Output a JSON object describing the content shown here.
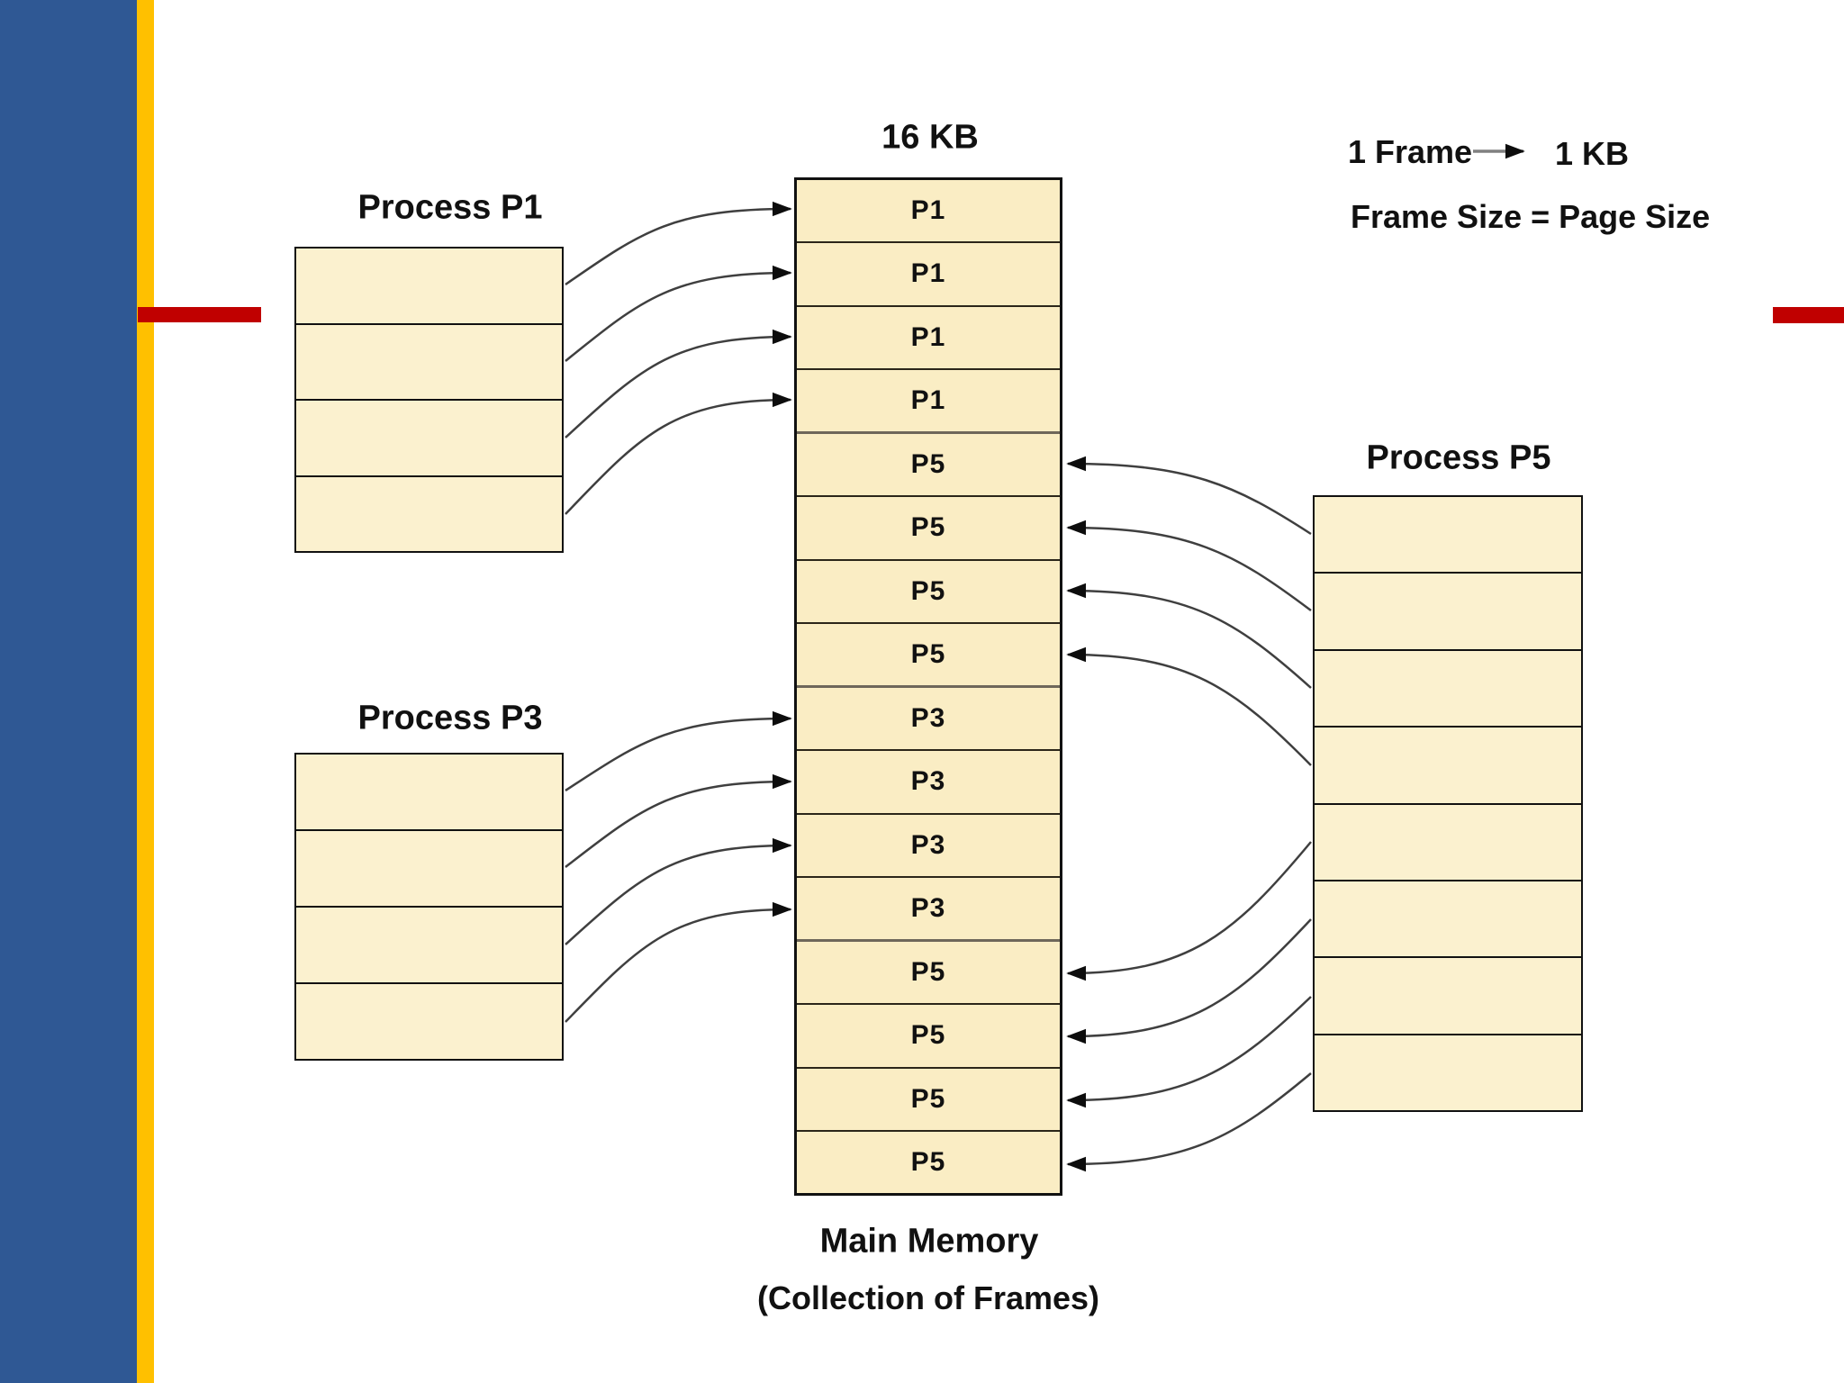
{
  "memory": {
    "size_label": "16 KB",
    "caption_line1": "Main Memory",
    "caption_line2": "(Collection of Frames)",
    "frames": [
      "P1",
      "P1",
      "P1",
      "P1",
      "P5",
      "P5",
      "P5",
      "P5",
      "P3",
      "P3",
      "P3",
      "P3",
      "P5",
      "P5",
      "P5",
      "P5"
    ]
  },
  "processes": {
    "p1": {
      "label": "Process P1",
      "page_count": 4
    },
    "p3": {
      "label": "Process P3",
      "page_count": 4
    },
    "p5": {
      "label": "Process P5",
      "page_count": 8
    }
  },
  "legend": {
    "frame_label": "1 Frame",
    "size_label": "1 KB",
    "equation": "Frame Size = Page Size"
  },
  "mappings": [
    {
      "process": "P1",
      "page": 1,
      "frame": 1
    },
    {
      "process": "P1",
      "page": 2,
      "frame": 2
    },
    {
      "process": "P1",
      "page": 3,
      "frame": 3
    },
    {
      "process": "P1",
      "page": 4,
      "frame": 4
    },
    {
      "process": "P5",
      "page": 1,
      "frame": 5
    },
    {
      "process": "P5",
      "page": 2,
      "frame": 6
    },
    {
      "process": "P5",
      "page": 3,
      "frame": 7
    },
    {
      "process": "P5",
      "page": 4,
      "frame": 8
    },
    {
      "process": "P3",
      "page": 1,
      "frame": 9
    },
    {
      "process": "P3",
      "page": 2,
      "frame": 10
    },
    {
      "process": "P3",
      "page": 3,
      "frame": 11
    },
    {
      "process": "P3",
      "page": 4,
      "frame": 12
    },
    {
      "process": "P5",
      "page": 5,
      "frame": 13
    },
    {
      "process": "P5",
      "page": 6,
      "frame": 14
    },
    {
      "process": "P5",
      "page": 7,
      "frame": 15
    },
    {
      "process": "P5",
      "page": 8,
      "frame": 16
    }
  ],
  "colors": {
    "sidebar_blue": "#2F5894",
    "sidebar_gold": "#FFC000",
    "accent_red": "#C00000",
    "process_fill": "#FBF1CF",
    "memory_fill": "#FAEDC4"
  }
}
